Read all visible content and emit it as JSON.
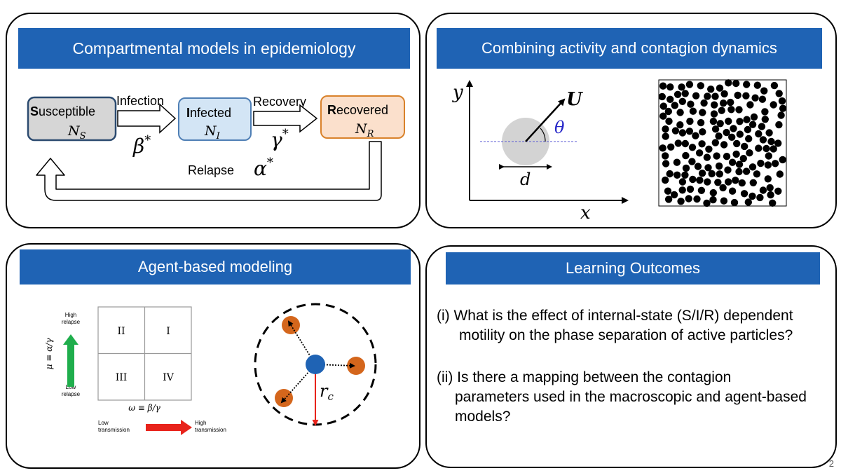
{
  "slide_number": "2",
  "panel1": {
    "title": "Compartmental models in epidemiology",
    "susceptible": {
      "initial": "S",
      "rest": "usceptible",
      "symbol": "N",
      "sub": "S"
    },
    "infected": {
      "initial": "I",
      "rest": "nfected",
      "symbol": "N",
      "sub": "I"
    },
    "recovered": {
      "initial": "R",
      "rest": "ecovered",
      "symbol": "N",
      "sub": "R"
    },
    "infection_label": "Infection",
    "recovery_label": "Recovery",
    "relapse_label": "Relapse",
    "beta": "β",
    "gamma": "γ",
    "alpha": "α",
    "star": "*",
    "colors": {
      "susceptible_fill": "#d6d6d6",
      "infected_fill": "#d3e5f5",
      "recovered_fill": "#fbe0cc",
      "recovered_border": "#d9822b",
      "box_border": "#2b4a6f"
    }
  },
  "panel2": {
    "title": "Combining activity and contagion dynamics",
    "axis_y": "y",
    "axis_x": "x",
    "velocity": "U",
    "angle": "θ",
    "diameter": "d"
  },
  "panel3": {
    "title": "Agent-based modeling",
    "high_relapse": [
      "High",
      "relapse"
    ],
    "low_relapse": [
      "Low",
      "relapse"
    ],
    "y_axis_label": "μ ≡ α/γ",
    "x_axis_label": "ω ≡ β/γ",
    "low_transmission": [
      "Low",
      "transmission"
    ],
    "high_transmission": [
      "High",
      "transmission"
    ],
    "quadrants": {
      "top_left": "II",
      "top_right": "I",
      "bottom_left": "III",
      "bottom_right": "IV"
    },
    "radius_label": "r",
    "radius_sub": "c",
    "colors": {
      "up_arrow": "#1fae4c",
      "right_arrow": "#e8231b",
      "center_particle": "#1f63b4",
      "neighbor_particle": "#d4661c"
    }
  },
  "panel4": {
    "title": "Learning Outcomes",
    "items": [
      {
        "line1": "(i) What is the effect of internal-state (S/I/R) dependent",
        "line2": "motility on the phase separation of active particles?"
      },
      {
        "line1": "(ii) Is there a mapping between the contagion",
        "line2": "parameters used in the macroscopic and agent-based",
        "line3": "models?"
      }
    ]
  }
}
